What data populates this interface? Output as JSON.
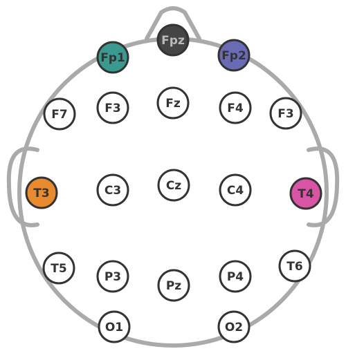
{
  "colors": {
    "outline": "#aaaaaa",
    "electrode_fill": "#ffffff",
    "electrode_stroke": "#333333",
    "label_dark": "#333333",
    "label_light": "#ffffff",
    "fpz_label": "#bbbbbb"
  },
  "electrodes": [
    {
      "id": "fpz",
      "label": "Fpz",
      "fill": "#454545",
      "text_color": "#bbbbbb"
    },
    {
      "id": "fp1",
      "label": "Fp1",
      "fill": "#3a9a8f",
      "text_color": "#333333"
    },
    {
      "id": "fp2",
      "label": "Fp2",
      "fill": "#6a6bb5",
      "text_color": "#333333"
    },
    {
      "id": "f7",
      "label": "F7",
      "fill": "#ffffff",
      "text_color": "#333333"
    },
    {
      "id": "f3-left",
      "label": "F3",
      "fill": "#ffffff",
      "text_color": "#333333"
    },
    {
      "id": "fz",
      "label": "Fz",
      "fill": "#ffffff",
      "text_color": "#333333"
    },
    {
      "id": "f4",
      "label": "F4",
      "fill": "#ffffff",
      "text_color": "#333333"
    },
    {
      "id": "f3-right",
      "label": "F3",
      "fill": "#ffffff",
      "text_color": "#333333"
    },
    {
      "id": "t3",
      "label": "T3",
      "fill": "#e88a2e",
      "text_color": "#333333"
    },
    {
      "id": "c3",
      "label": "C3",
      "fill": "#ffffff",
      "text_color": "#333333"
    },
    {
      "id": "cz",
      "label": "Cz",
      "fill": "#ffffff",
      "text_color": "#333333"
    },
    {
      "id": "c4",
      "label": "C4",
      "fill": "#ffffff",
      "text_color": "#333333"
    },
    {
      "id": "t4",
      "label": "T4",
      "fill": "#d855a6",
      "text_color": "#333333"
    },
    {
      "id": "t5",
      "label": "T5",
      "fill": "#ffffff",
      "text_color": "#333333"
    },
    {
      "id": "p3",
      "label": "P3",
      "fill": "#ffffff",
      "text_color": "#333333"
    },
    {
      "id": "pz",
      "label": "Pz",
      "fill": "#ffffff",
      "text_color": "#333333"
    },
    {
      "id": "p4",
      "label": "P4",
      "fill": "#ffffff",
      "text_color": "#333333"
    },
    {
      "id": "t6",
      "label": "T6",
      "fill": "#ffffff",
      "text_color": "#333333"
    },
    {
      "id": "o1",
      "label": "O1",
      "fill": "#ffffff",
      "text_color": "#333333"
    },
    {
      "id": "o2",
      "label": "O2",
      "fill": "#ffffff",
      "text_color": "#333333"
    }
  ]
}
